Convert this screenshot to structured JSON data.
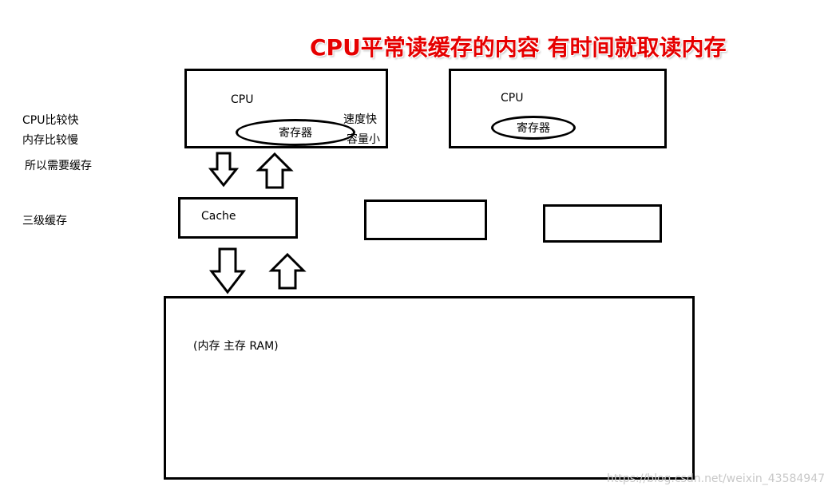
{
  "title": "CPU平常读缓存的内容 有时间就取读内存",
  "side_notes": {
    "cpu_fast": "CPU比较快",
    "memory_slow": "内存比较慢",
    "need_cache": "所以需要缓存",
    "three_level_cache": "三级缓存"
  },
  "cpu_left": {
    "label": "CPU",
    "register": "寄存器",
    "speed_fast": "速度快",
    "capacity_small": "容量小"
  },
  "cpu_right": {
    "label": "CPU",
    "register": "寄存器"
  },
  "cache": {
    "label": "Cache"
  },
  "memory": {
    "label": "(内存  主存   RAM)"
  },
  "watermark": "https://blog.csdn.net/weixin_43584947"
}
